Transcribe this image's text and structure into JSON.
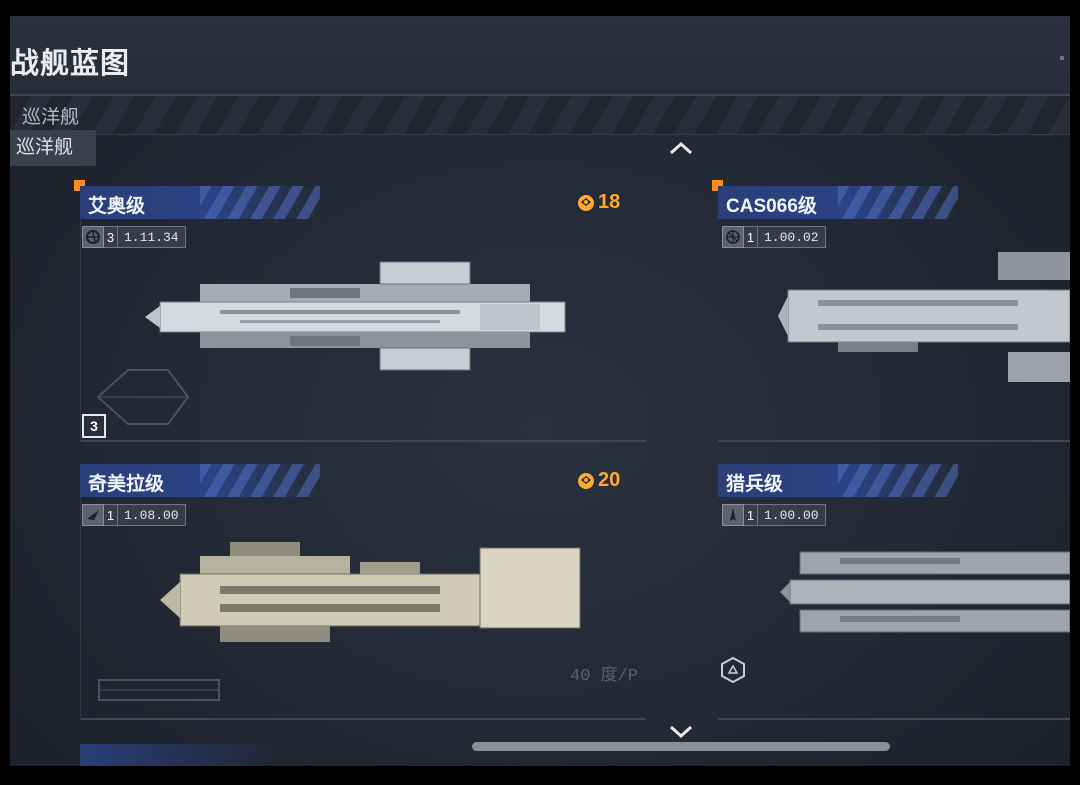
{
  "header": {
    "title": "战舰蓝图"
  },
  "category_tab": {
    "label": "巡洋舰"
  },
  "subtab": {
    "label": "巡洋舰"
  },
  "ships": [
    {
      "name": "艾奥级",
      "level": "3",
      "version": "1.11.34",
      "cost": "18",
      "tier": "3",
      "stat_icon": "faction-globe-icon",
      "selected_marker": true
    },
    {
      "name": "CAS066级",
      "level": "1",
      "version": "1.00.02",
      "cost": "",
      "tier": "",
      "stat_icon": "grid-globe-icon",
      "selected_marker": true
    },
    {
      "name": "奇美拉级",
      "level": "1",
      "version": "1.08.00",
      "cost": "20",
      "tier": "",
      "stat_icon": "wing-emblem-icon",
      "selected_marker": false
    },
    {
      "name": "猎兵级",
      "level": "1",
      "version": "1.00.00",
      "cost": "",
      "tier": "",
      "stat_icon": "ship-silhouette-icon",
      "selected_marker": false
    }
  ],
  "blueprint_text": {
    "speed_label": "40 度/P"
  },
  "colors": {
    "accent": "#ff8a1d",
    "cost": "#ffa92e",
    "banner": "#2b4384",
    "background": "#222834"
  }
}
